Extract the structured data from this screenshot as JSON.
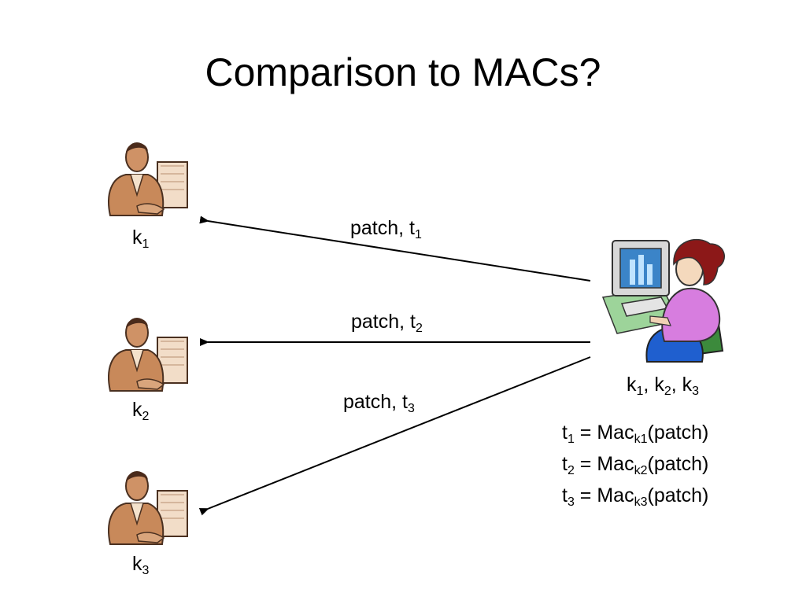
{
  "slide": {
    "title": "Comparison to MACs?"
  },
  "receivers": [
    {
      "key": "k",
      "sub": "1"
    },
    {
      "key": "k",
      "sub": "2"
    },
    {
      "key": "k",
      "sub": "3"
    }
  ],
  "sender": {
    "keys": [
      {
        "key": "k",
        "sub": "1",
        "sep": ", "
      },
      {
        "key": "k",
        "sub": "2",
        "sep": ", "
      },
      {
        "key": "k",
        "sub": "3",
        "sep": ""
      }
    ]
  },
  "messages": [
    {
      "text": "patch, t",
      "sub": "1"
    },
    {
      "text": "patch, t",
      "sub": "2"
    },
    {
      "text": "patch, t",
      "sub": "3"
    }
  ],
  "equations": [
    {
      "lhs": "t",
      "lhs_sub": "1",
      "mid": " = Mac",
      "mac_sub": "k1",
      "rhs": "(patch)"
    },
    {
      "lhs": "t",
      "lhs_sub": "2",
      "mid": " = Mac",
      "mac_sub": "k2",
      "rhs": "(patch)"
    },
    {
      "lhs": "t",
      "lhs_sub": "3",
      "mid": " = Mac",
      "mac_sub": "k3",
      "rhs": "(patch)"
    }
  ],
  "icons": {
    "receiver": "man-at-computer-icon",
    "sender": "woman-at-computer-icon"
  }
}
